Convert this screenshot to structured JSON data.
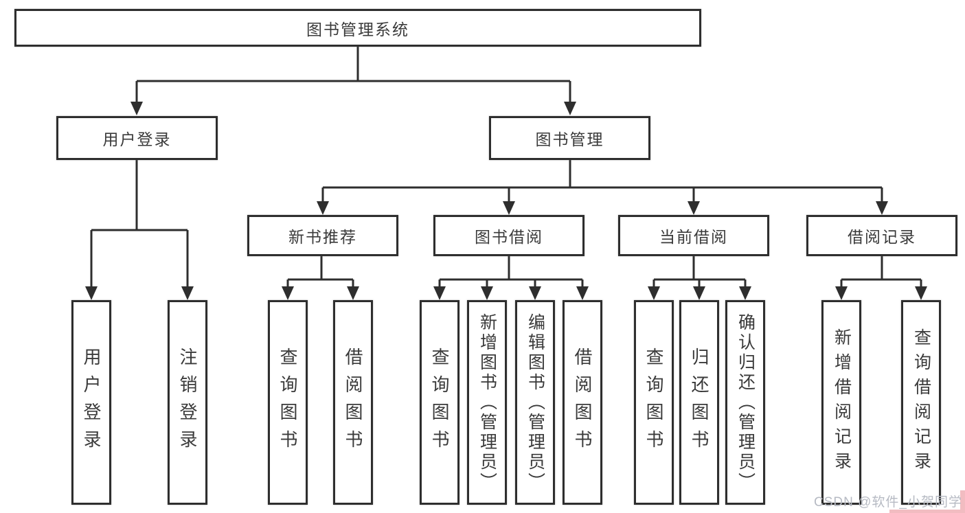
{
  "diagram": {
    "tree": {
      "label": "图书管理系统",
      "children": [
        {
          "label": "用户登录",
          "children": [
            {
              "label": "用户登录"
            },
            {
              "label": "注销登录"
            }
          ]
        },
        {
          "label": "图书管理",
          "children": [
            {
              "label": "新书推荐",
              "children": [
                {
                  "label": "查询图书"
                },
                {
                  "label": "借阅图书"
                }
              ]
            },
            {
              "label": "图书借阅",
              "children": [
                {
                  "label": "查询图书"
                },
                {
                  "label": "新增图书（管理员）"
                },
                {
                  "label": "编辑图书（管理员）"
                },
                {
                  "label": "借阅图书"
                }
              ]
            },
            {
              "label": "当前借阅",
              "children": [
                {
                  "label": "查询图书"
                },
                {
                  "label": "归还图书"
                },
                {
                  "label": "确认归还（管理员）"
                }
              ]
            },
            {
              "label": "借阅记录",
              "children": [
                {
                  "label": "新增借阅记录"
                },
                {
                  "label": "查询借阅记录"
                }
              ]
            }
          ]
        }
      ]
    },
    "colors": {
      "line": "#2e2e2e",
      "text": "#3a3a3a",
      "background": "#ffffff",
      "watermark_text": "#b6bac3",
      "watermark_accent": "#f2bcc1"
    }
  },
  "watermark": {
    "text": "CSDN @软件_小贺同学"
  }
}
